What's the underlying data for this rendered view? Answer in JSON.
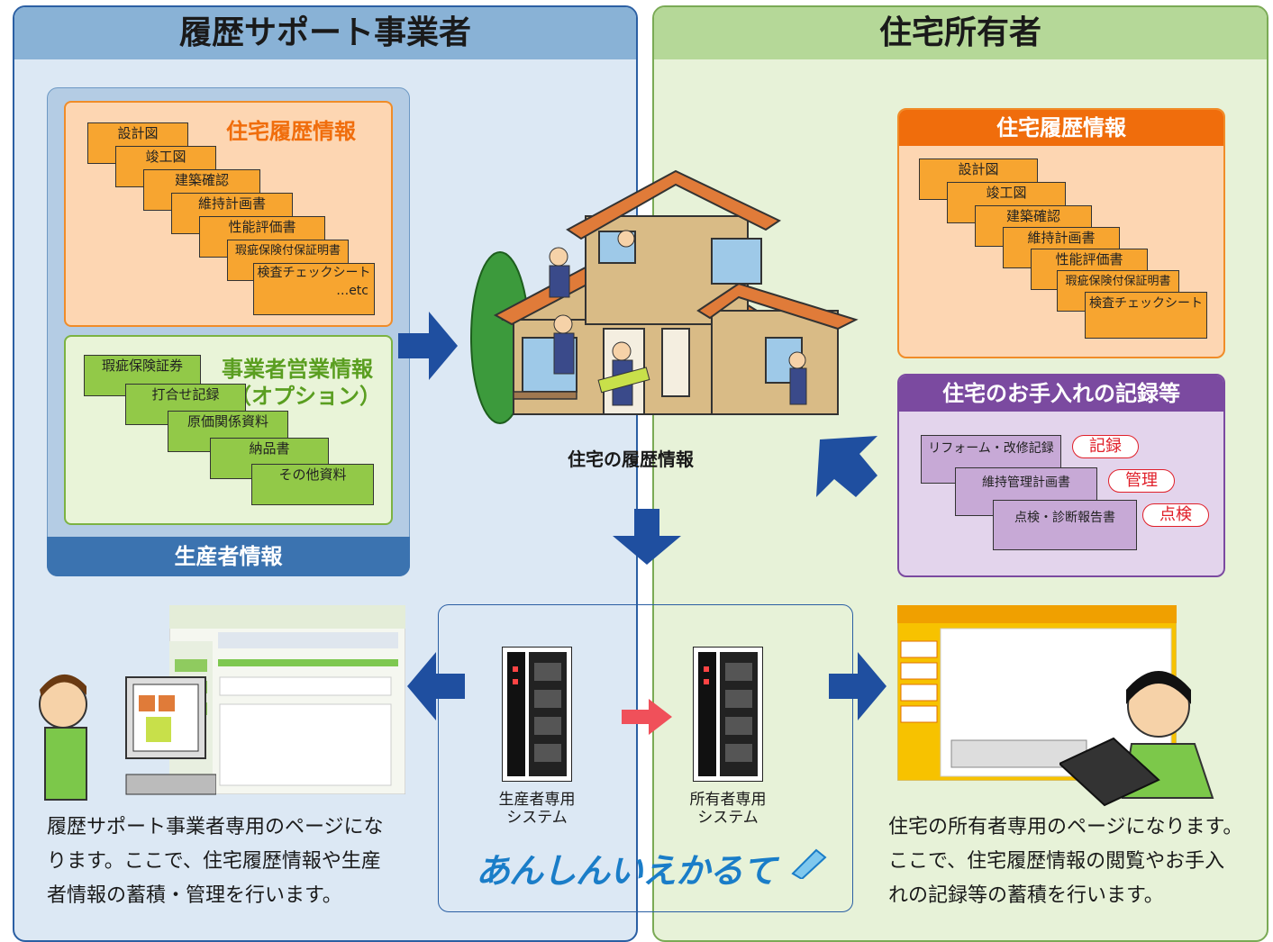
{
  "left_panel": {
    "title": "履歴サポート事業者"
  },
  "right_panel": {
    "title": "住宅所有者"
  },
  "producer_info": {
    "label": "生産者情報",
    "housing_history": {
      "title": "住宅履歴情報",
      "docs": [
        "設計図",
        "竣工図",
        "建築確認",
        "維持計画書",
        "性能評価書",
        "瑕疵保険付保証明書",
        "検査チェックシート"
      ],
      "etc": "…etc"
    },
    "business_info": {
      "title": "事業者営業情報",
      "subtitle": "（オプション）",
      "docs": [
        "瑕疵保険証券",
        "打合せ記録",
        "原価関係資料",
        "納品書",
        "その他資料"
      ]
    }
  },
  "owner_history": {
    "title": "住宅履歴情報",
    "docs": [
      "設計図",
      "竣工図",
      "建築確認",
      "維持計画書",
      "性能評価書",
      "瑕疵保険付保証明書",
      "検査チェックシート"
    ]
  },
  "care_records": {
    "title": "住宅のお手入れの記録等",
    "docs": [
      "リフォーム・改修記録",
      "維持管理計画書",
      "点検・診断報告書"
    ],
    "tags": [
      "記録",
      "管理",
      "点検"
    ]
  },
  "house": {
    "caption": "住宅の履歴情報"
  },
  "systems": {
    "producer": {
      "line1": "生産者専用",
      "line2": "システム"
    },
    "owner": {
      "line1": "所有者専用",
      "line2": "システム"
    },
    "brand": "あんしんいえかるて"
  },
  "captions": {
    "left": [
      "履歴サポート事業者専用のページにな",
      "ります。ここで、住宅履歴情報や生産",
      "者情報の蓄積・管理を行います。"
    ],
    "right": [
      "住宅の所有者専用のページになります。",
      "ここで、住宅履歴情報の閲覧やお手入",
      "れの記録等の蓄積を行います。"
    ]
  },
  "colors": {
    "left_bg": "#dce8f4",
    "right_bg": "#e7f2d8",
    "arrow_blue": "#1f4fa0",
    "arrow_red": "#f0505a",
    "orange": "#f06d0c",
    "purple": "#7b4aa0"
  }
}
